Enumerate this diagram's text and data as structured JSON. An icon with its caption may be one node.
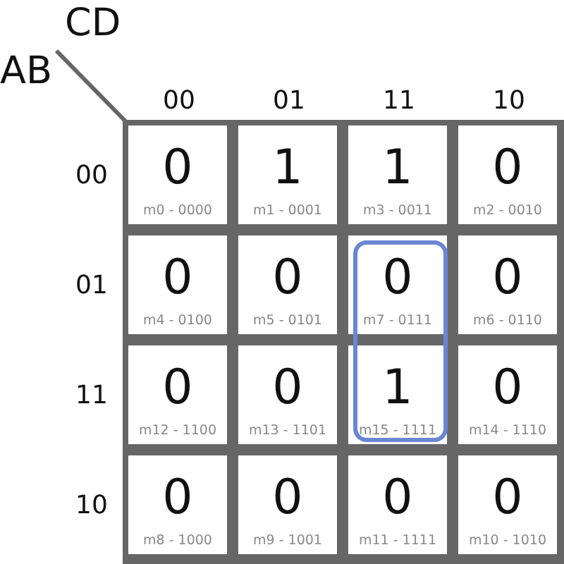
{
  "diagram": {
    "labels": [
      "CD",
      "AB",
      "00",
      "01",
      "11",
      "10",
      "00",
      "0",
      "m0 - 0000",
      "1",
      "m1 - 0001",
      "1",
      "m3 - 0011",
      "0",
      "m2 - 0010",
      "01",
      "0",
      "m4 - 0100",
      "0",
      "m5 - 0101",
      "0",
      "m7 - 0111",
      "0",
      "m6 - 0110",
      "11",
      "0",
      "m12 - 1100",
      "0",
      "m13 - 1101",
      "1",
      "m15 - 1111",
      "0",
      "m14 - 1110",
      "10",
      "0",
      "m8 - 1000",
      "0",
      "m9 - 1001",
      "0",
      "m11 - 1111",
      "0",
      "m10 - 1010"
    ]
  }
}
